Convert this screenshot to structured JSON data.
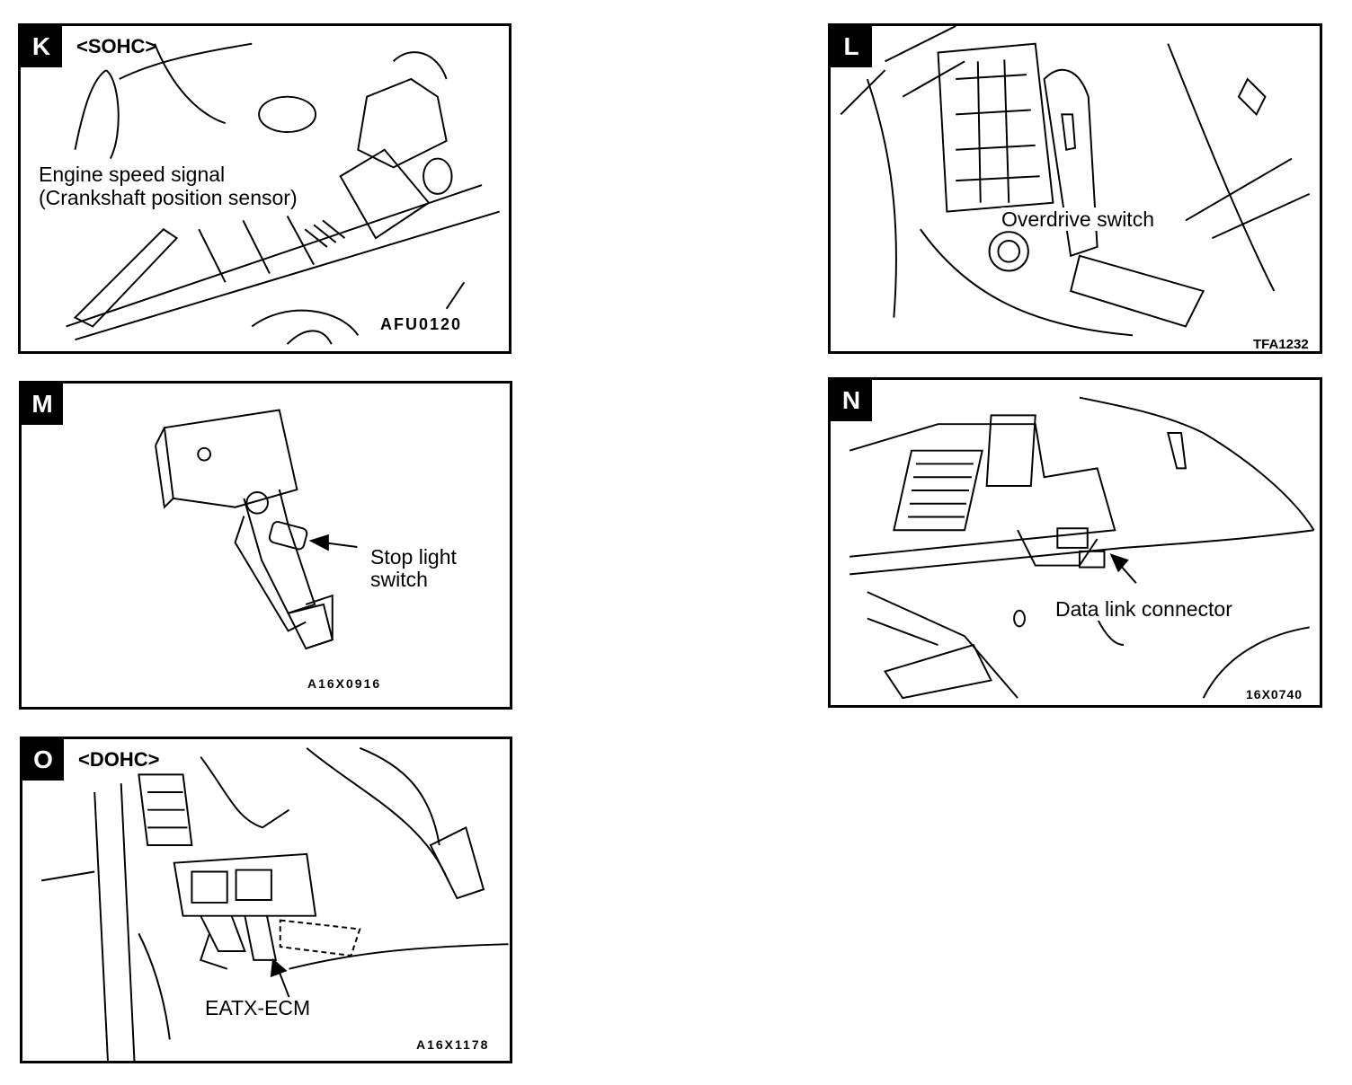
{
  "panels": [
    {
      "letter": "K",
      "variant": "<SOHC>",
      "labels": [
        "Engine speed signal",
        "(Crankshaft position sensor)"
      ],
      "code": "AFU0120"
    },
    {
      "letter": "L",
      "variant": "",
      "labels": [
        "Overdrive switch"
      ],
      "code": "TFA1232"
    },
    {
      "letter": "M",
      "variant": "",
      "labels": [
        "Stop light",
        "switch"
      ],
      "code": "A16X0916"
    },
    {
      "letter": "N",
      "variant": "",
      "labels": [
        "Data link connector"
      ],
      "code": "16X0740"
    },
    {
      "letter": "O",
      "variant": "<DOHC>",
      "labels": [
        "EATX-ECM"
      ],
      "code": "A16X1178"
    }
  ]
}
